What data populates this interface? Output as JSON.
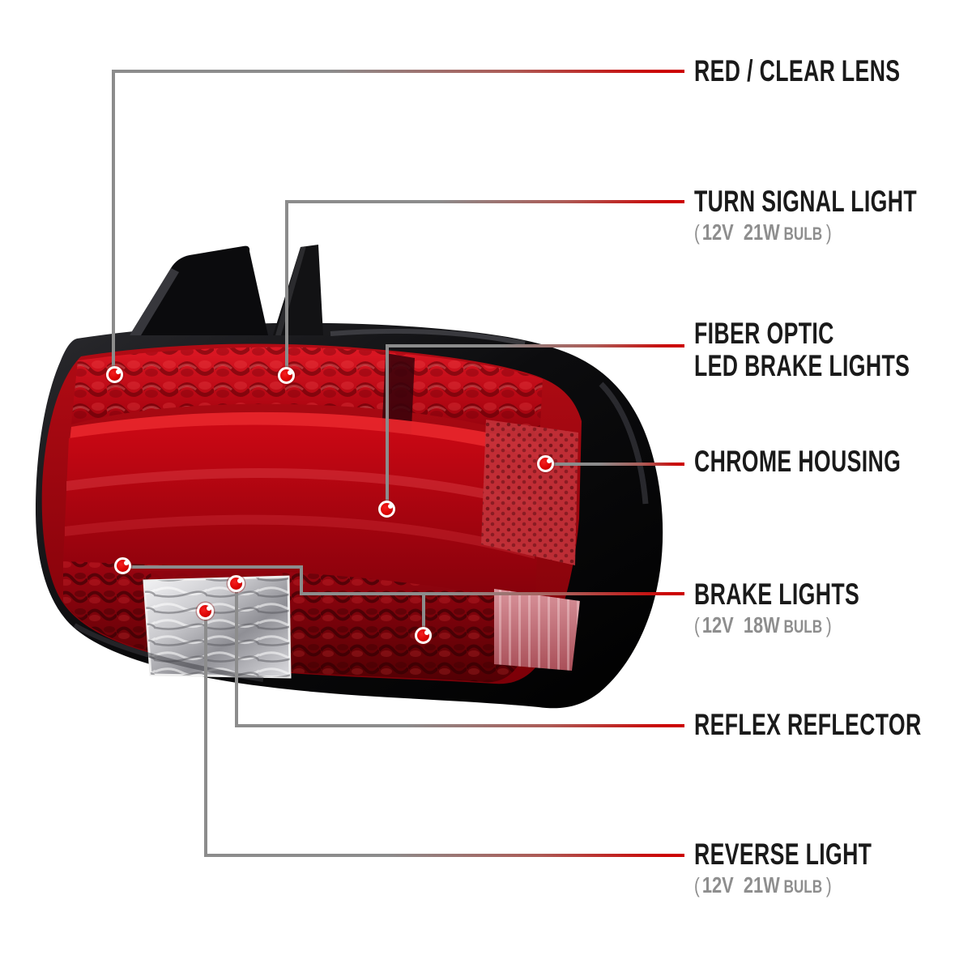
{
  "colors": {
    "background": "#ffffff",
    "line_gray": "#8c8c8c",
    "line_red": "#cc0202",
    "marker_red": "#dc0404",
    "marker_ring": "#ffffff",
    "label_dark": "#1a1a1a",
    "label_gray": "#8e8e8e"
  },
  "callouts": [
    {
      "id": "red-clear-lens",
      "lines": [
        "RED / CLEAR LENS"
      ]
    },
    {
      "id": "turn-signal-light",
      "lines": [
        "TURN SIGNAL LIGHT"
      ],
      "bulb": {
        "open": "(",
        "spec": "12V  21W",
        "word": "BULB",
        "close": ")"
      }
    },
    {
      "id": "fiber-optic-led-brake-lights",
      "lines": [
        "FIBER OPTIC",
        "LED BRAKE LIGHTS"
      ]
    },
    {
      "id": "chrome-housing",
      "lines": [
        "CHROME HOUSING"
      ]
    },
    {
      "id": "brake-lights",
      "lines": [
        "BRAKE LIGHTS"
      ],
      "bulb": {
        "open": "(",
        "spec": "12V  18W",
        "word": "BULB",
        "close": ")"
      }
    },
    {
      "id": "reflex-reflector",
      "lines": [
        "REFLEX REFLECTOR"
      ]
    },
    {
      "id": "reverse-light",
      "lines": [
        "REVERSE LIGHT"
      ],
      "bulb": {
        "open": "(",
        "spec": "12V  21W",
        "word": "BULB",
        "close": ")"
      }
    }
  ]
}
